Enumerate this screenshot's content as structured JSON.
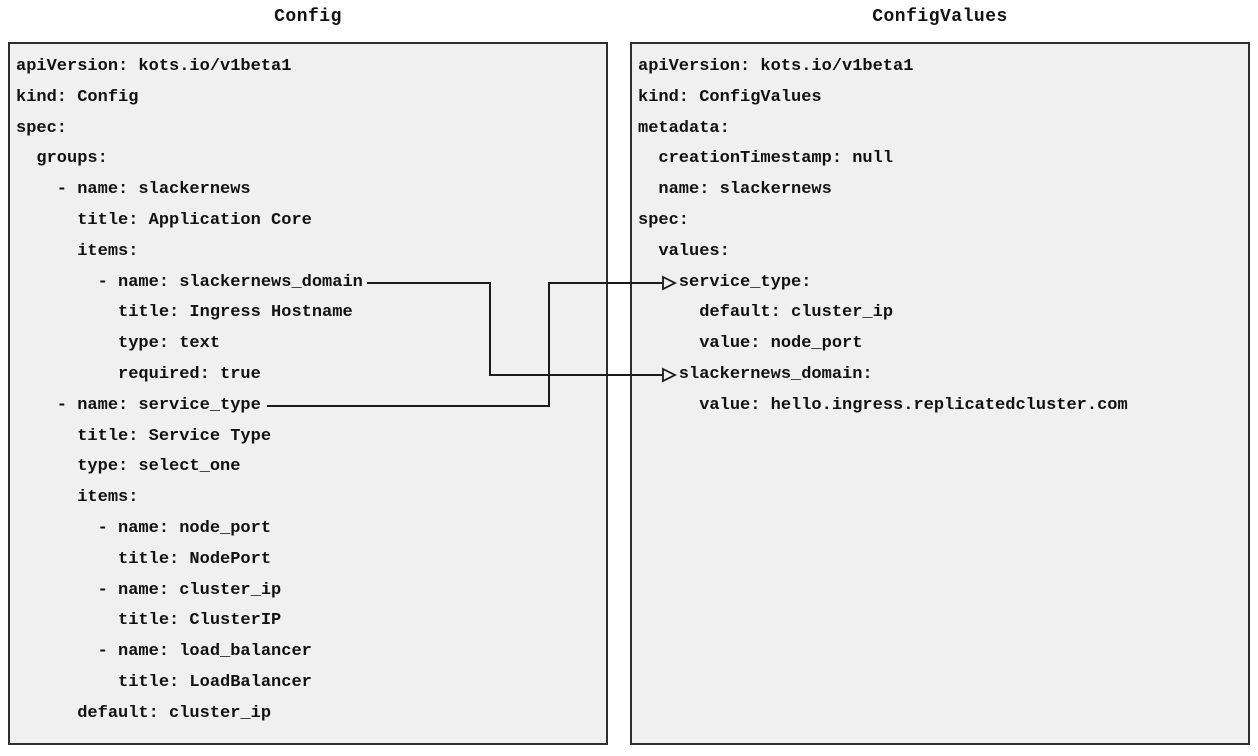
{
  "diagram": {
    "colors": {
      "canvas_bg": "#ffffff",
      "panel_bg": "#f0f0f0",
      "panel_border": "#2e2e2e",
      "text": "#111111",
      "connector": "#1a1a1a"
    },
    "panels": [
      {
        "id": "config",
        "title": "Config",
        "lines": [
          "apiVersion: kots.io/v1beta1",
          "kind: Config",
          "spec:",
          "  groups:",
          "    - name: slackernews",
          "      title: Application Core",
          "      items:",
          "        - name: slackernews_domain",
          "          title: Ingress Hostname",
          "          type: text",
          "          required: true",
          "    - name: service_type",
          "      title: Service Type",
          "      type: select_one",
          "      items:",
          "        - name: node_port",
          "          title: NodePort",
          "        - name: cluster_ip",
          "          title: ClusterIP",
          "        - name: load_balancer",
          "          title: LoadBalancer",
          "      default: cluster_ip"
        ]
      },
      {
        "id": "configvalues",
        "title": "ConfigValues",
        "lines": [
          "apiVersion: kots.io/v1beta1",
          "kind: ConfigValues",
          "metadata:",
          "  creationTimestamp: null",
          "  name: slackernews",
          "spec:",
          "  values:",
          "    service_type:",
          "      default: cluster_ip",
          "      value: node_port",
          "    slackernews_domain:",
          "      value: hello.ingress.replicatedcluster.com"
        ]
      }
    ],
    "connectors": [
      {
        "name": "slackernews_domain",
        "from_text": "- name: slackernews_domain",
        "to_text": "slackernews_domain:"
      },
      {
        "name": "service_type",
        "from_text": "- name: service_type",
        "to_text": "service_type:"
      }
    ]
  }
}
